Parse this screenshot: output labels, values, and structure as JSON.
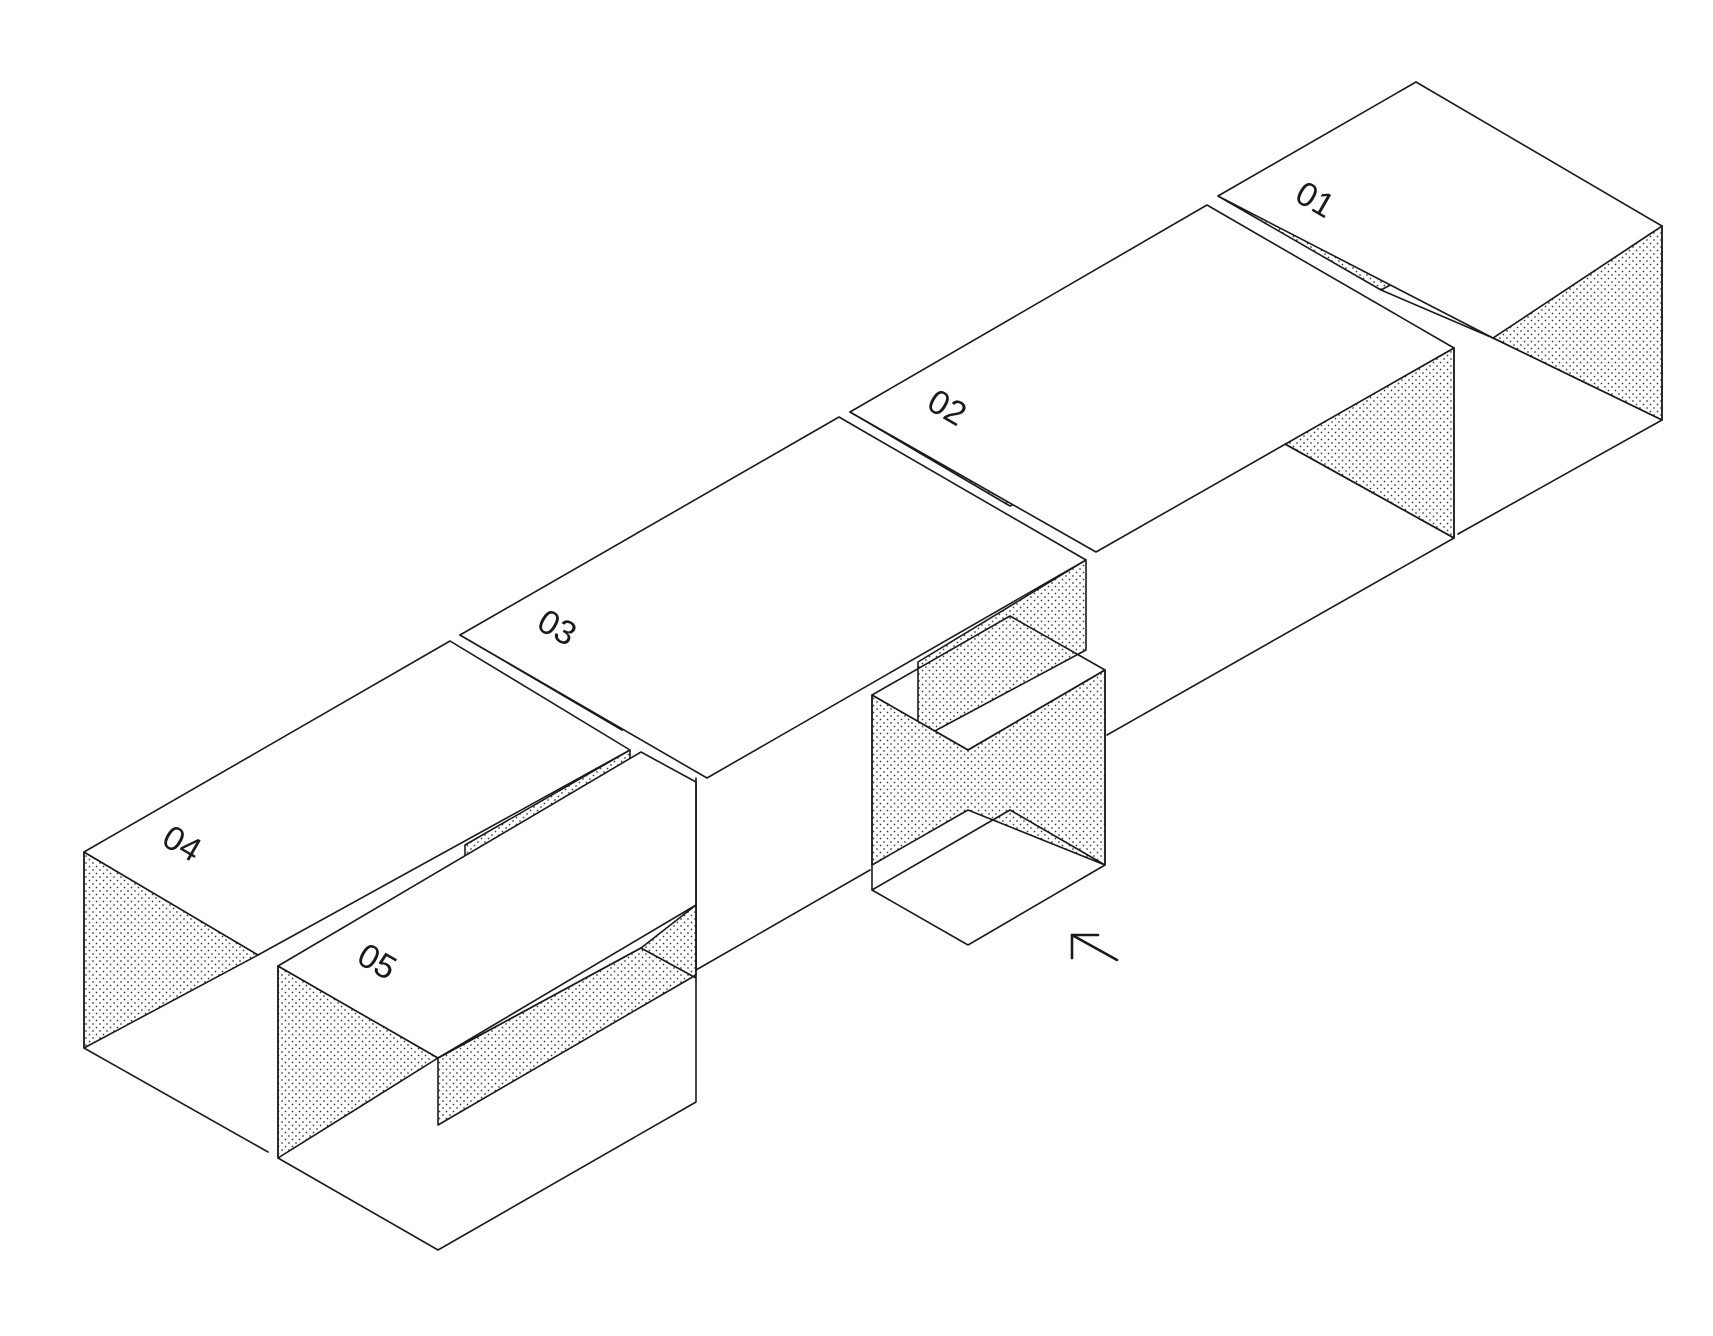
{
  "modules": [
    {
      "id": "module-01",
      "label": "01"
    },
    {
      "id": "module-02",
      "label": "02"
    },
    {
      "id": "module-03",
      "label": "03"
    },
    {
      "id": "module-04",
      "label": "04"
    },
    {
      "id": "module-05",
      "label": "05"
    }
  ],
  "icons": {
    "direction_arrow": "arrow-up-left-icon"
  },
  "colors": {
    "line": "#1a1a1a",
    "dots": "#3a3a3a",
    "background": "#ffffff"
  }
}
